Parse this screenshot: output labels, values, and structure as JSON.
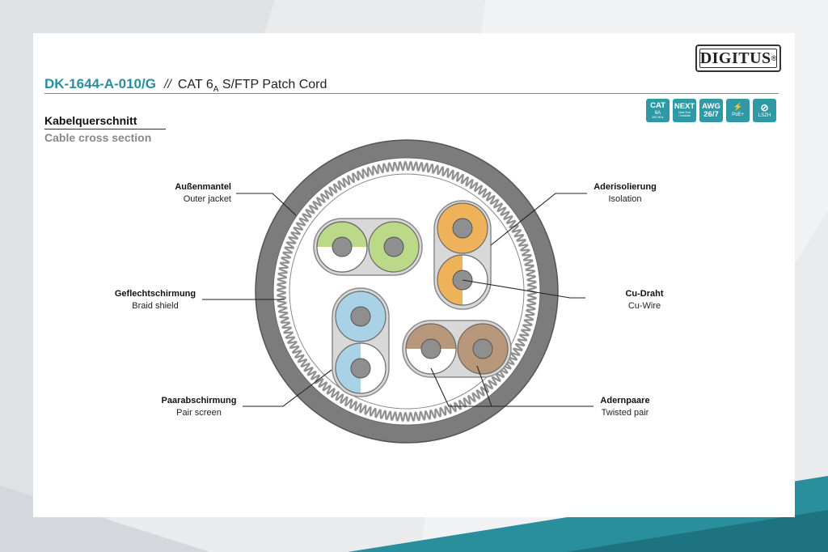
{
  "header": {
    "product_code": "DK-1644-A-010/G",
    "separator": "//",
    "product_name_prefix": "CAT 6",
    "product_name_subscript": "A",
    "product_name_suffix": " S/FTP Patch Cord"
  },
  "logo": {
    "text": "DIGITUS",
    "mark": "®"
  },
  "badges": [
    {
      "icon": "cat6a-badge",
      "top": "CAT",
      "sub": "6A",
      "tiny": "500 MHz"
    },
    {
      "icon": "next-badge",
      "top": "NEXT",
      "sub": "Near End",
      "tiny": "Crosstalk"
    },
    {
      "icon": "awg-badge",
      "top": "AWG",
      "sub": "26/7",
      "tiny": ""
    },
    {
      "icon": "poe-badge",
      "top": "⚡",
      "sub": "PoE+",
      "tiny": ""
    },
    {
      "icon": "lszh-badge",
      "top": "⊘",
      "sub": "LSZH",
      "tiny": ""
    }
  ],
  "section": {
    "title_de": "Kabelquerschnitt",
    "title_en": "Cable cross section"
  },
  "labels": {
    "outer_jacket": {
      "de": "Außenmantel",
      "en": "Outer jacket"
    },
    "isolation": {
      "de": "Aderisolierung",
      "en": "Isolation"
    },
    "braid_shield": {
      "de": "Geflechtschirmung",
      "en": "Braid shield"
    },
    "cu_wire": {
      "de": "Cu-Draht",
      "en": "Cu-Wire"
    },
    "pair_screen": {
      "de": "Paarabschirmung",
      "en": "Pair screen"
    },
    "twisted_pair": {
      "de": "Adernpaare",
      "en": "Twisted pair"
    }
  },
  "colors": {
    "accent": "#2f9aa6",
    "jacket": "#7c7c7c",
    "foil": "#dcdcdc",
    "green": "#bcd98a",
    "orange": "#eeb25a",
    "blue": "#a9d2e6",
    "brown": "#b8977a",
    "copper": "#8f8f8f"
  }
}
